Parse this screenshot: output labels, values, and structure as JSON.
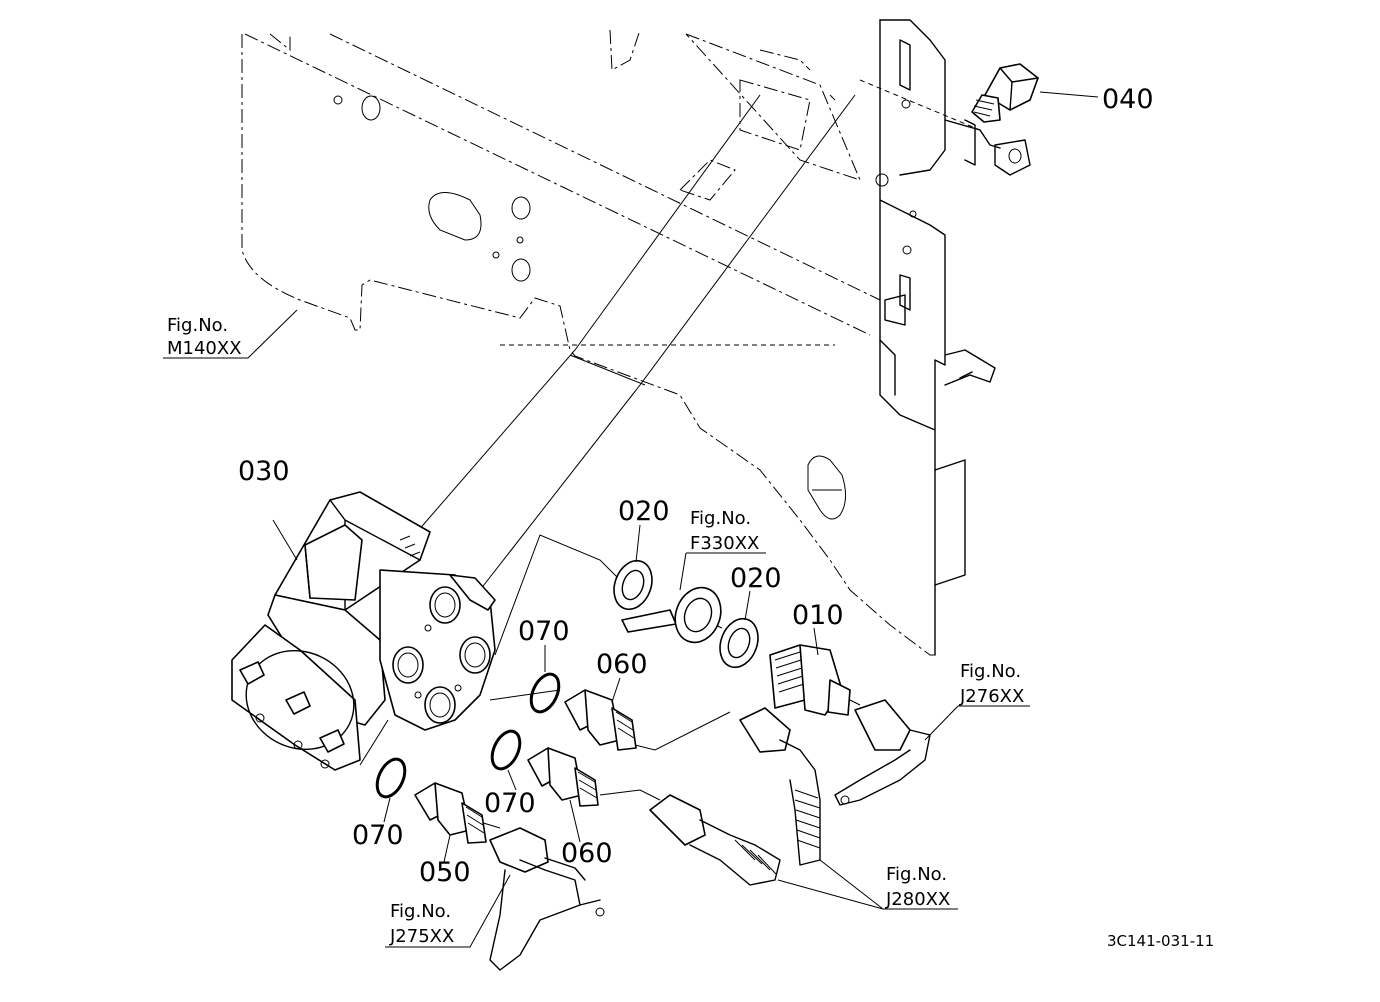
{
  "parts": {
    "p010": "010",
    "p020a": "020",
    "p020b": "020",
    "p030": "030",
    "p040": "040",
    "p050": "050",
    "p060a": "060",
    "p060b": "060",
    "p070a": "070",
    "p070b": "070",
    "p070c": "070"
  },
  "figure_refs": {
    "m140": {
      "prefix": "Fig.No.",
      "code": "M140XX"
    },
    "f330": {
      "prefix": "Fig.No.",
      "code": "F330XX"
    },
    "j276": {
      "prefix": "Fig.No.",
      "code": "J276XX"
    },
    "j275": {
      "prefix": "Fig.No.",
      "code": "J275XX"
    },
    "j280": {
      "prefix": "Fig.No.",
      "code": "J280XX"
    }
  },
  "drawing_code": "3C141-031-11"
}
